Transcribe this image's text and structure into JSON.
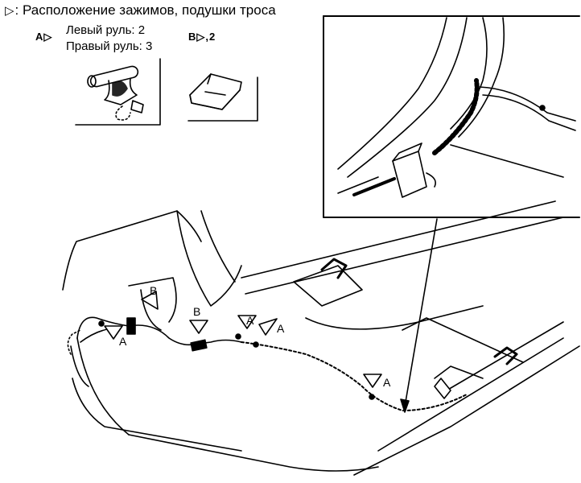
{
  "caption": {
    "marker": "▷",
    "text": ": Расположение зажимов, подушки троса"
  },
  "legend": {
    "a_key": "A▷",
    "a_left": "Левый руль: 2",
    "a_right": "Правый руль: 3",
    "b_key": "B▷,2"
  },
  "labels": {
    "a": "A",
    "b": "B"
  }
}
